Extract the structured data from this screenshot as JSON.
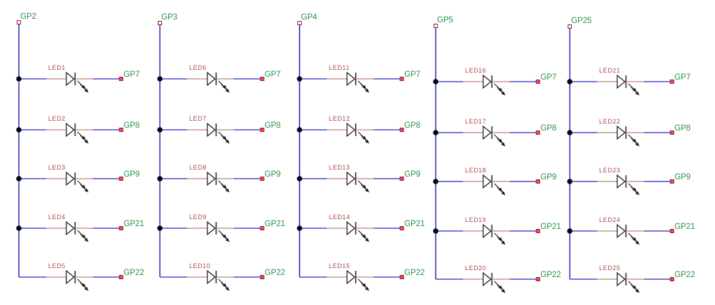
{
  "schematic": {
    "description": "LED matrix schematic: five GPIO source rails each driving five LEDs to shared GPIO return terminals",
    "background": "#ffffff",
    "colors": {
      "wire": "#4649d2",
      "pin_wire": "#cf9393",
      "device_outline": "#1f1f1f",
      "junction": "#06060f",
      "terminal_fill": "#e8505a",
      "terminal_border": "#9b1030",
      "terminal_open_fill": "#ffffff",
      "net_label": "#279147",
      "part_label": "#ab4848"
    },
    "columns": [
      {
        "source": "GP2",
        "branches": [
          {
            "led": "LED1",
            "target": "GP7"
          },
          {
            "led": "LED2",
            "target": "GP8"
          },
          {
            "led": "LED3",
            "target": "GP9"
          },
          {
            "led": "LED4",
            "target": "GP21"
          },
          {
            "led": "LED5",
            "target": "GP22"
          }
        ]
      },
      {
        "source": "GP3",
        "branches": [
          {
            "led": "LED6",
            "target": "GP7"
          },
          {
            "led": "LED7",
            "target": "GP8"
          },
          {
            "led": "LED8",
            "target": "GP9"
          },
          {
            "led": "LED9",
            "target": "GP21"
          },
          {
            "led": "LED10",
            "target": "GP22"
          }
        ]
      },
      {
        "source": "GP4",
        "branches": [
          {
            "led": "LED11",
            "target": "GP7"
          },
          {
            "led": "LED12",
            "target": "GP8"
          },
          {
            "led": "LED13",
            "target": "GP9"
          },
          {
            "led": "LED14",
            "target": "GP21"
          },
          {
            "led": "LED15",
            "target": "GP22"
          }
        ]
      },
      {
        "source": "GP5",
        "branches": [
          {
            "led": "LED16",
            "target": "GP7"
          },
          {
            "led": "LED17",
            "target": "GP8"
          },
          {
            "led": "LED18",
            "target": "GP9"
          },
          {
            "led": "LED19",
            "target": "GP21"
          },
          {
            "led": "LED20",
            "target": "GP22"
          }
        ]
      },
      {
        "source": "GP25",
        "branches": [
          {
            "led": "LED21",
            "target": "GP7"
          },
          {
            "led": "LED22",
            "target": "GP8"
          },
          {
            "led": "LED23",
            "target": "GP9"
          },
          {
            "led": "LED24",
            "target": "GP21"
          },
          {
            "led": "LED25",
            "target": "GP22"
          }
        ]
      }
    ]
  }
}
